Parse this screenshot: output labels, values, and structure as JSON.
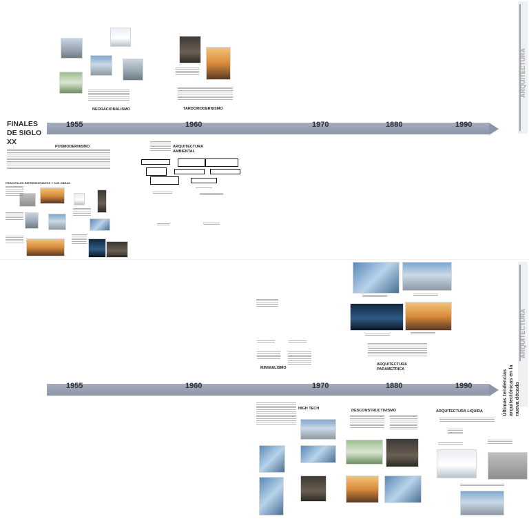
{
  "timeline_top": {
    "start_label": "FINALES DE SIGLO XX",
    "years": [
      "1955",
      "1960",
      "1970",
      "1880",
      "1990"
    ]
  },
  "timeline_bottom": {
    "years": [
      "1955",
      "1960",
      "1970",
      "1880",
      "1990"
    ]
  },
  "sidebar_top": {
    "logo_text": "ARQUITECTURA"
  },
  "sidebar_bottom": {
    "logo_text": "ARQUITECTURA",
    "caption": "Últimas tendencias arquitectónicas en la nueva década"
  },
  "movements": {
    "neoracionalismo": "NEORACIONALISMO",
    "tardomodernismo": "TARDOMODERNISMO",
    "posmodernismo": "POSMODERNISMO",
    "arquitectura_ambiental": "ARQUITECTURA AMBIENTAL",
    "minimalismo": "MINIMALISMO",
    "arquitectura_parametrica": "ARQUITECTURA PARAMETRICA",
    "high_tech": "HIGH TECH",
    "desconstructivismo": "DESCONSTRUCTIVISMO",
    "arquitectura_liquida": "ARQUITECTURA LIQUIDA"
  },
  "posmodernismo_sub": "PRINCIPALES REPRESENTANTES Y SUS OBRAS",
  "colors": {
    "arrow": "#8c96a8",
    "year_text": "#2e3338",
    "sidebar": "#eef0f2"
  }
}
